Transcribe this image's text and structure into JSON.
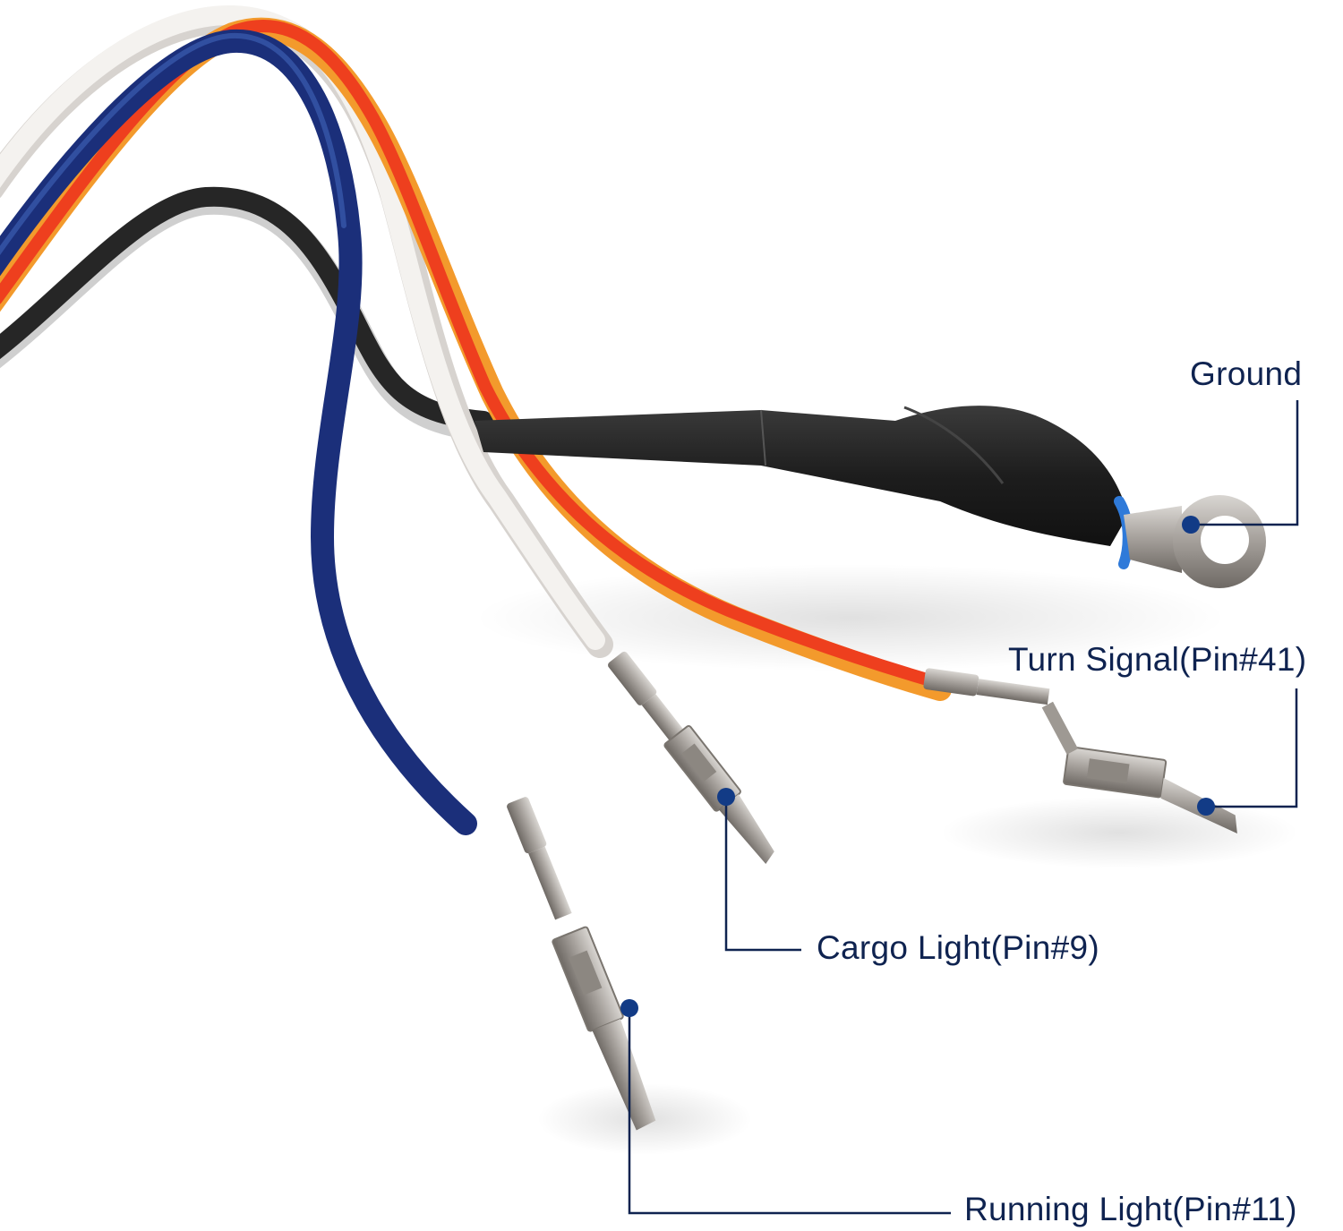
{
  "figure": {
    "subject": "wiring harness with terminal pins and ring terminal",
    "background": "#ffffff",
    "callout_color": "#0f2350",
    "dot_color": "#123b86"
  },
  "wires": [
    {
      "color_name": "white",
      "hex": "#eeeae6"
    },
    {
      "color_name": "blue",
      "hex": "#1f3a8c"
    },
    {
      "color_name": "orange/red",
      "hex": "#f07a1e"
    },
    {
      "color_name": "black",
      "hex": "#262626"
    }
  ],
  "callouts": {
    "ground": {
      "label": "Ground"
    },
    "turn_signal": {
      "label": "Turn Signal(Pin#41)"
    },
    "cargo_light": {
      "label": "Cargo Light(Pin#9)"
    },
    "running_light": {
      "label": "Running Light(Pin#11)"
    }
  }
}
